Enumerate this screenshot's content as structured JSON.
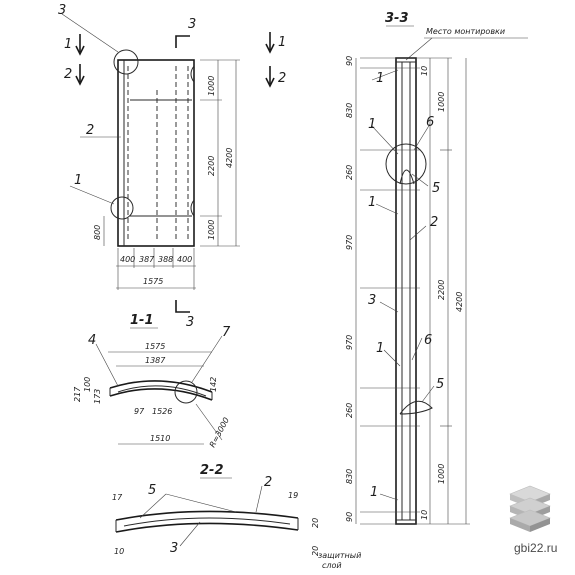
{
  "sections": {
    "s11": "1-1",
    "s22": "2-2",
    "s33": "3-3"
  },
  "markers": {
    "one": "1",
    "two": "2",
    "three": "3",
    "four": "4",
    "five": "5",
    "six": "6",
    "seven": "7"
  },
  "notes": {
    "mounting": "Место монтировки",
    "cover_1": "защитный",
    "cover_2": "слой",
    "radius": "R=3000"
  },
  "dims": {
    "d1000": "1000",
    "d2200": "2200",
    "d4200": "4200",
    "d400": "400",
    "d387": "387",
    "d388": "388",
    "d1575": "1575",
    "d1387": "1387",
    "d1526": "1526",
    "d1510": "1510",
    "d800": "800",
    "d830": "830",
    "d260": "260",
    "d970": "970",
    "d10": "10",
    "d90": "90",
    "d17": "17",
    "d19": "19",
    "d20": "20",
    "d97": "97",
    "d142": "142",
    "d217": "217",
    "d100": "100",
    "d173": "173"
  },
  "watermark": {
    "site": "gbi22.ru"
  }
}
